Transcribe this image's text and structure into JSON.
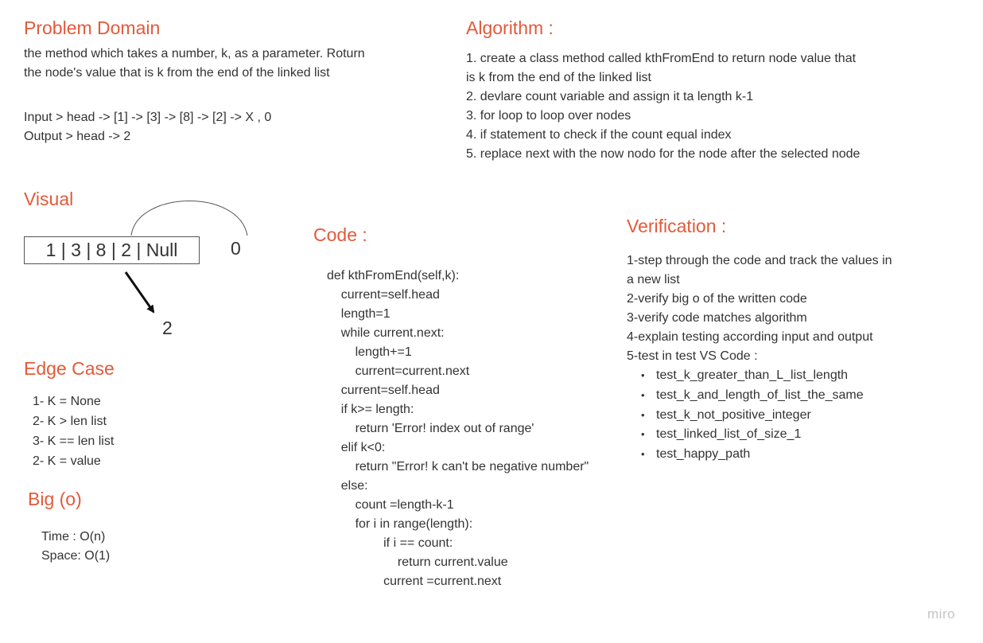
{
  "problem_domain": {
    "title": "Problem Domain",
    "description_lines": [
      "the method which takes a number, k, as a parameter. Roturn",
      "the node's value that is k from the end of the linked list"
    ],
    "input": "Input > head -> [1] -> [3] -> [8] -> [2] -> X , 0",
    "output": "Output > head -> 2"
  },
  "algorithm": {
    "title": "Algorithm :",
    "lines": [
      "1. create a class method called kthFromEnd to return node value that",
      "is k from the end of the linked list",
      "2. devlare count variable and assign it ta length k-1",
      "3. for loop to loop over nodes",
      "4. if statement to check if the count equal index",
      "5. replace next with the now nodo for the node after the selected node"
    ]
  },
  "visual": {
    "title": "Visual",
    "list_box": "1 | 3 | 8 | 2 | Null",
    "k_value": "0",
    "result_value": "2"
  },
  "edge_case": {
    "title": "Edge Case",
    "items": [
      "1- K = None",
      "2- K > len list",
      "3- K == len list",
      "2- K = value"
    ]
  },
  "big_o": {
    "title": "Big (o)",
    "time": "Time : O(n)",
    "space": "Space: O(1)"
  },
  "code": {
    "title": "Code :",
    "lines": [
      "def kthFromEnd(self,k):",
      "    current=self.head",
      "    length=1",
      "    while current.next:",
      "        length+=1",
      "        current=current.next",
      "    current=self.head",
      "    if k>= length:",
      "        return 'Error! index out of range'",
      "    elif k<0:",
      "        return \"Error! k can't be negative number\"",
      "    else:",
      "        count =length-k-1",
      "        for i in range(length):",
      "                if i == count:",
      "                    return current.value",
      "                current =current.next"
    ]
  },
  "verification": {
    "title": "Verification :",
    "lines": [
      "1-step through the code and track the values in",
      "a new list",
      "2-verify big o of the written code",
      "3-verify code matches algorithm",
      "4-explain testing according input and output",
      "5-test in test VS Code :"
    ],
    "tests": [
      "test_k_greater_than_L_list_length",
      "test_k_and_length_of_list_the_same",
      "test_k_not_positive_integer",
      "test_linked_list_of_size_1",
      "test_happy_path"
    ]
  },
  "watermark": "miro",
  "colors": {
    "heading": "#e25a3b",
    "text": "#333333",
    "watermark": "#c4c4c4"
  }
}
